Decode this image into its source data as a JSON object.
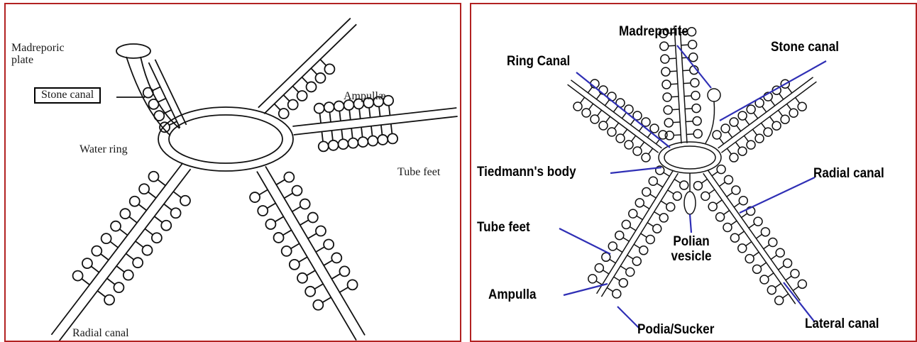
{
  "left_panel": {
    "labels": {
      "madreporic_plate": "Madreporic\nplate",
      "stone_canal": "Stone canal",
      "ampullae": "Ampullæ",
      "water_ring": "Water ring",
      "tube_feet": "Tube feet",
      "radial_canal": "Radial canal"
    }
  },
  "right_panel": {
    "labels": {
      "madreporite": "Madreporite",
      "ring_canal": "Ring Canal",
      "stone_canal": "Stone canal",
      "tiedmanns_body": "Tiedmann's body",
      "radial_canal": "Radial canal",
      "tube_feet": "Tube feet",
      "polian_vesicle": "Polian\nvesicle",
      "ampulla": "Ampulla",
      "podia_sucker": "Podia/Sucker",
      "lateral_canal": "Lateral canal"
    },
    "leader_color": "#2f2fb5"
  },
  "colors": {
    "panel_border": "#b22222",
    "ink": "#000000"
  }
}
